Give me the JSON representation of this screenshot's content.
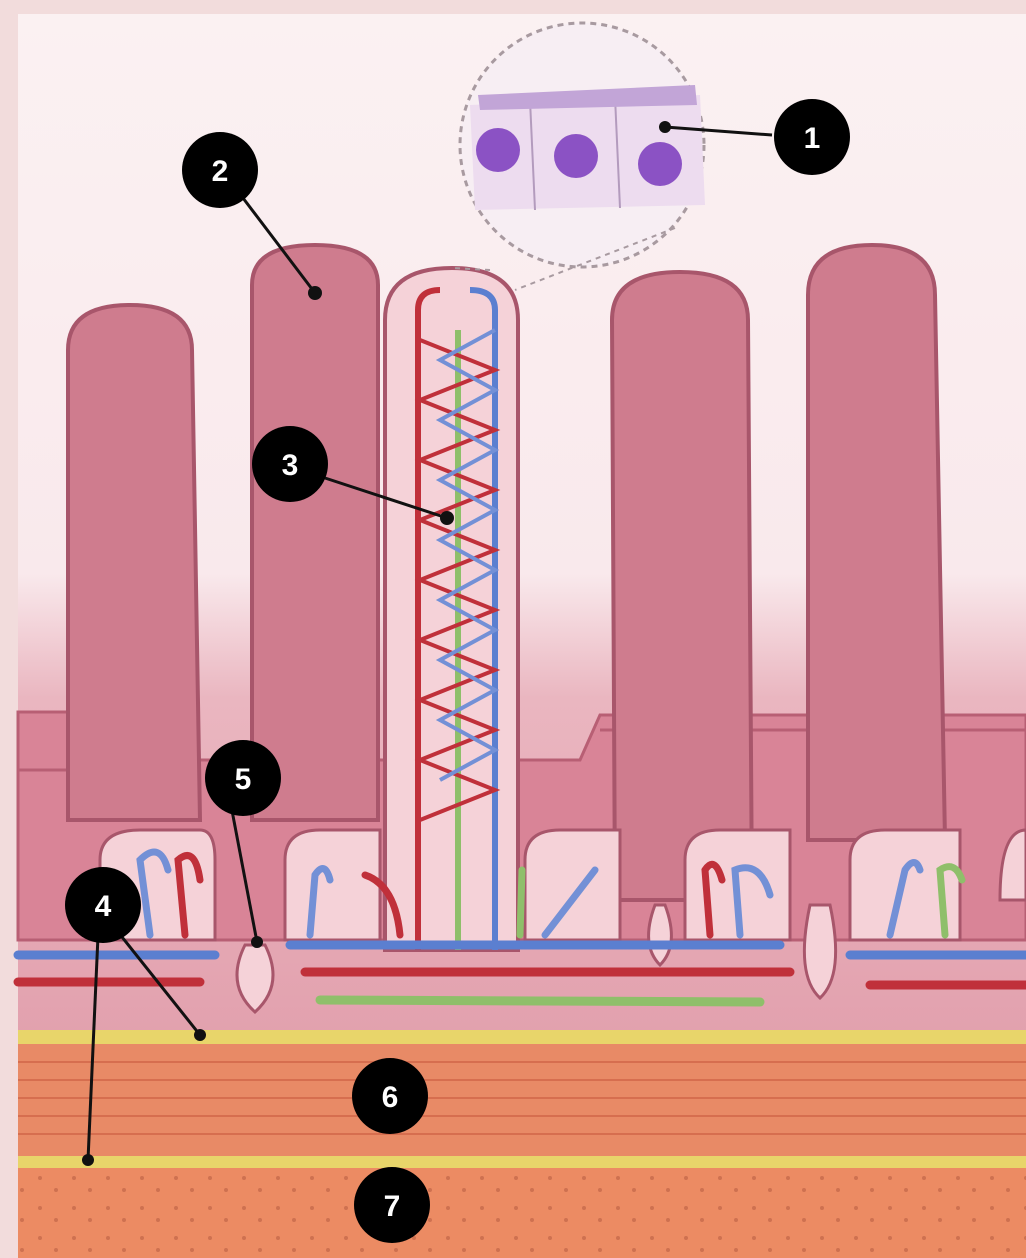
{
  "markers": [
    {
      "id": "1",
      "label": "1"
    },
    {
      "id": "2",
      "label": "2"
    },
    {
      "id": "3",
      "label": "3"
    },
    {
      "id": "4",
      "label": "4"
    },
    {
      "id": "5",
      "label": "5"
    },
    {
      "id": "6",
      "label": "6"
    },
    {
      "id": "7",
      "label": "7"
    }
  ],
  "colors": {
    "background": "#f2dcdc",
    "villus": "#cf7c8e",
    "villus_outline": "#b85f74",
    "artery": "#c0303a",
    "vein": "#5b7fd0",
    "lymph": "#8fbf6a",
    "muscle": "#e88a66",
    "submucosa": "#ec8b63",
    "nucleus": "#8b52c4"
  }
}
